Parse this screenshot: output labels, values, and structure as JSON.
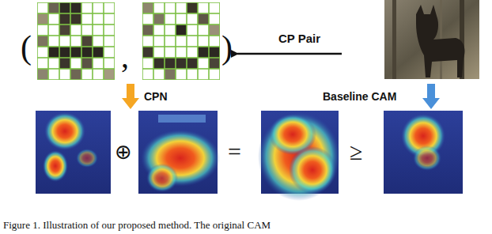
{
  "diagram": {
    "caption": "Figure 1. Illustration of our proposed method. The original CAM",
    "labels": [
      "CP Pair",
      "CPN",
      "Baseline CAM",
      "(",
      ",",
      ")",
      "⊕",
      "=",
      "≥"
    ]
  }
}
